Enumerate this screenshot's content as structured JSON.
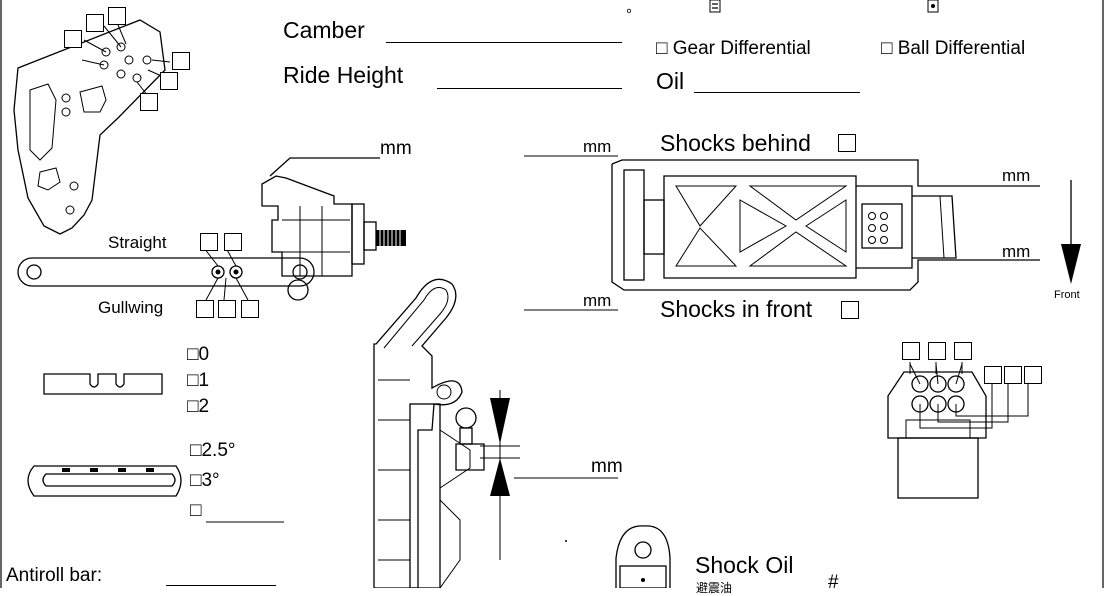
{
  "camber": {
    "label": "Camber",
    "unit": "°"
  },
  "ride_height": {
    "label": "Ride Height"
  },
  "diff": {
    "gear": "□ Gear Differential",
    "ball": "□ Ball Differential",
    "oil_label": "Oil"
  },
  "upright": {
    "mm_top": "mm",
    "straight_label": "Straight",
    "gullwing_label": "Gullwing"
  },
  "arm": {
    "mm_top": "mm",
    "mm_bottom": "mm",
    "mm_right_top": "mm",
    "mm_right_bottom": "mm",
    "shocks_behind": "Shocks behind",
    "shocks_front": "Shocks in front",
    "front_label": "Front"
  },
  "spacer_options": [
    "□0",
    "□1",
    "□2"
  ],
  "angle_options": [
    "□2.5°",
    "□3°",
    "□"
  ],
  "ballstud": {
    "mm": "mm"
  },
  "antiroll": {
    "label": "Antiroll bar:"
  },
  "shock_oil": {
    "label": "Shock Oil",
    "sub_label": "避震油",
    "hash": "#"
  }
}
